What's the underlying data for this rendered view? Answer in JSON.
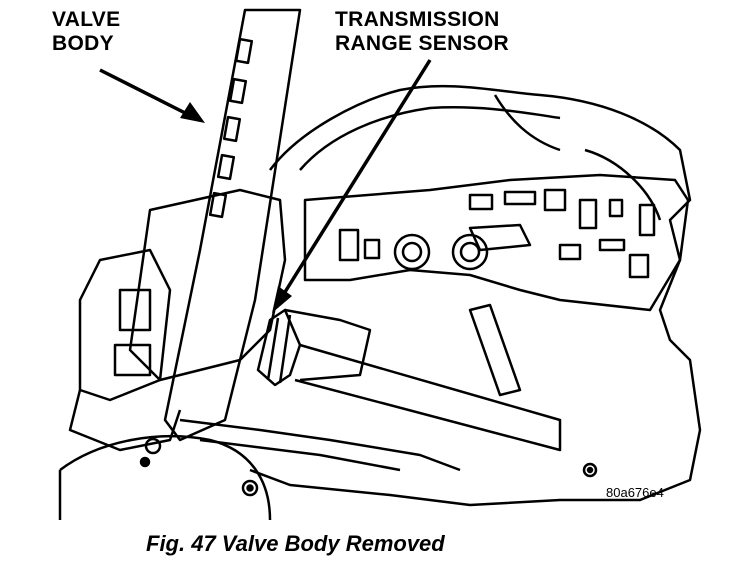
{
  "labels": {
    "valve_body_line1": "VALVE",
    "valve_body_line2": "BODY",
    "trs_line1": "TRANSMISSION",
    "trs_line2": "RANGE SENSOR"
  },
  "image_code": "80a676e4",
  "caption": "Fig. 47 Valve Body Removed"
}
